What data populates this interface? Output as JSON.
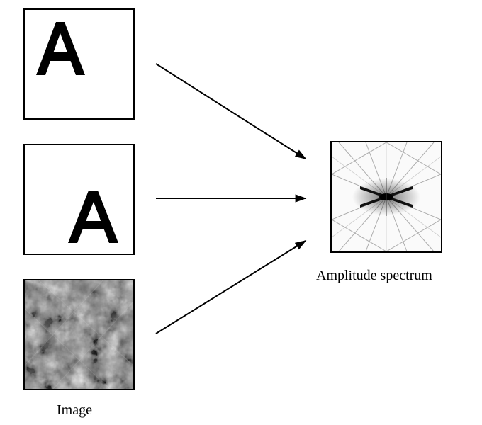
{
  "captions": {
    "spectrum": "Amplitude spectrum",
    "image": "Image"
  },
  "panels": {
    "glyph_top": "A",
    "glyph_shifted": "A"
  },
  "colors": {
    "stroke": "#000000",
    "background": "#ffffff"
  }
}
